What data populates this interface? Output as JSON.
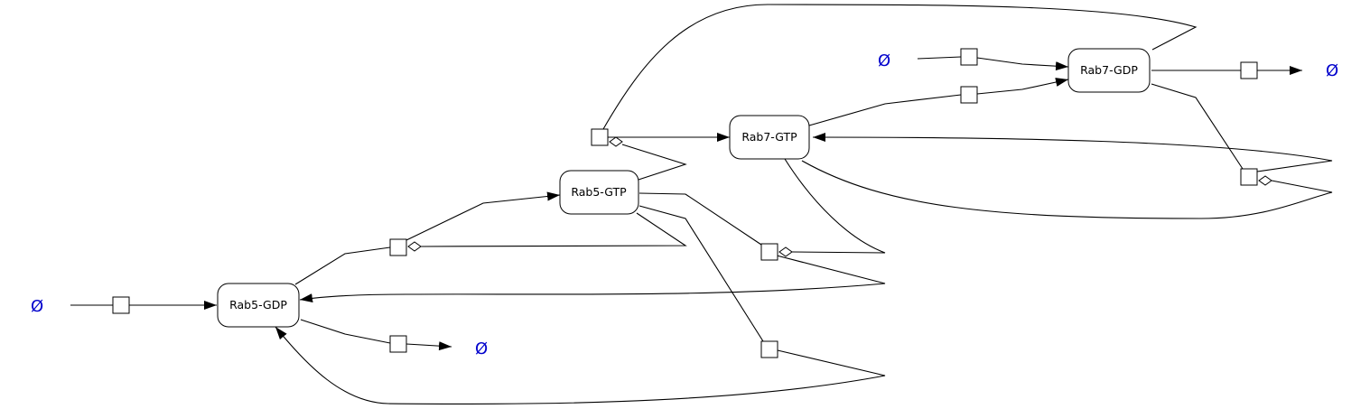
{
  "colors": {
    "stroke": "#000000",
    "empty_set": "#0000cc",
    "node_fill": "#ffffff"
  },
  "species": {
    "rab5_gdp": "Rab5-GDP",
    "rab5_gtp": "Rab5-GTP",
    "rab7_gtp": "Rab7-GTP",
    "rab7_gdp": "Rab7-GDP"
  },
  "empty_set_symbol": "Ø"
}
